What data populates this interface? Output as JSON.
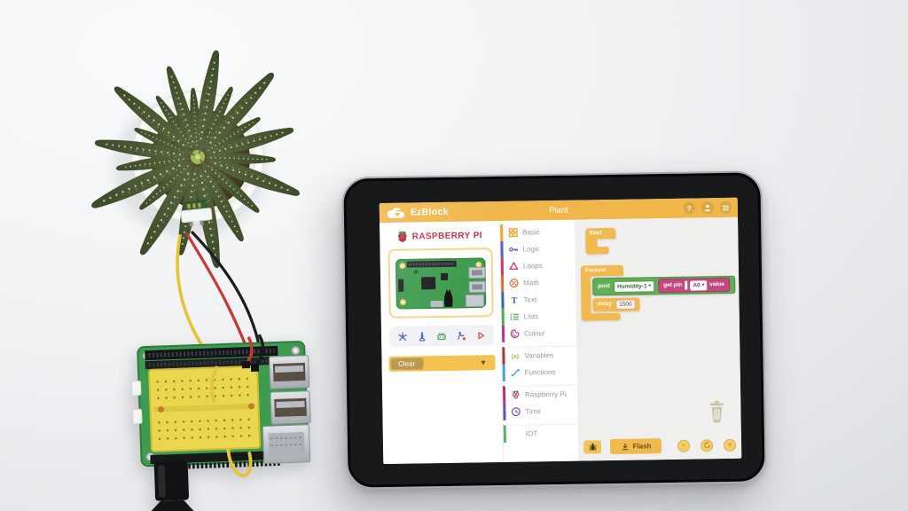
{
  "app": {
    "brand": "EzBlock",
    "title": "Plant",
    "header_buttons": {
      "help": "?"
    },
    "device": {
      "name": "RASPBERRY PI",
      "clear": "Clear"
    },
    "categories": [
      {
        "label": "Basic",
        "color": "#F0A432"
      },
      {
        "label": "Logic",
        "color": "#5865C0"
      },
      {
        "label": "Loops",
        "color": "#D6356B"
      },
      {
        "label": "Math",
        "color": "#D96E35"
      },
      {
        "label": "Text",
        "color": "#3A66B0"
      },
      {
        "label": "Lists",
        "color": "#4CAF50"
      },
      {
        "label": "Colour",
        "color": "#B03A8C"
      },
      {
        "label": "Variables",
        "color": "#A33B3B"
      },
      {
        "label": "Functions",
        "color": "#4FA3D1"
      },
      {
        "label": "Raspberry Pi",
        "color": "#C2306E"
      },
      {
        "label": "Time",
        "color": "#6A4FB5"
      },
      {
        "label": "IOT",
        "color": "#58B368"
      }
    ],
    "blocks": {
      "start": "Start",
      "forever": "Forever",
      "post": "post",
      "post_topic": "Humidity-1",
      "get_pin": "get pin",
      "pin": "A0",
      "value": "value",
      "delay": "delay",
      "delay_ms": "1500"
    },
    "footer": {
      "flash": "Flash",
      "zoom_out": "−",
      "zoom_in": "+"
    },
    "icons": {
      "dropdown": "▾",
      "dropdown_large": "▼",
      "text_glyph": "T",
      "variables_glyph": "{x}"
    },
    "colors": {
      "header": "#F0B64A",
      "block_yellow": "#F2B94E",
      "block_green": "#61AE57",
      "block_pink": "#C2497F",
      "workspace_bg": "#EFEFED",
      "device_title": "#C22B45"
    }
  }
}
